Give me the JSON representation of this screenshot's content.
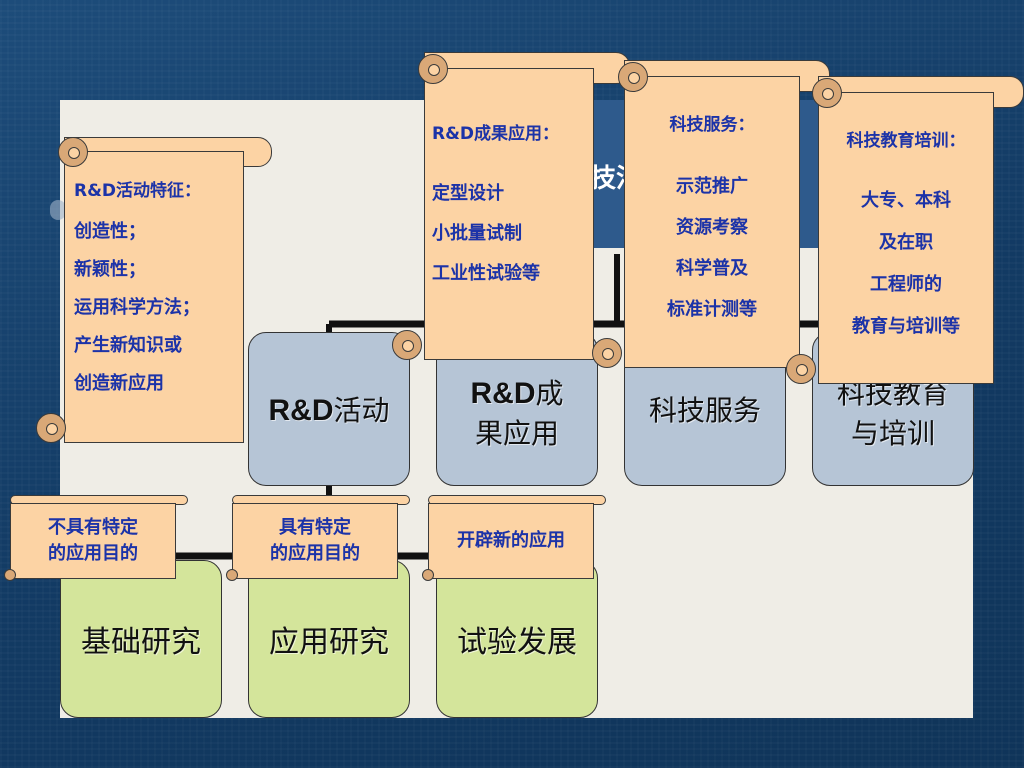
{
  "title_fragment": "技活",
  "nodes": {
    "rd_activity_en": "R&D",
    "rd_activity_cn": "活动",
    "rd_application_line1_en": "R&D",
    "rd_application_line1_cn": "成",
    "rd_application_line2": "果应用",
    "tech_service": "科技服务",
    "tech_education_line1": "科技教育",
    "tech_education_line2": "与培训",
    "basic_research": "基础研究",
    "applied_research": "应用研究",
    "experimental_development": "试验发展"
  },
  "callouts": {
    "rd_features": {
      "title": "R&D活动特征：",
      "lines": [
        "创造性；",
        "新颖性；",
        "运用科学方法；",
        "产生新知识或",
        "创造新应用"
      ]
    },
    "rd_application": {
      "title": "R&D成果应用：",
      "lines": [
        "定型设计",
        "小批量试制",
        "工业性试验等"
      ]
    },
    "tech_service": {
      "title": "科技服务：",
      "lines": [
        "示范推广",
        "资源考察",
        "科学普及",
        "标准计测等"
      ]
    },
    "tech_education": {
      "title": "科技教育培训：",
      "lines": [
        "大专、本科",
        "及在职",
        "工程师的",
        "教育与培训等"
      ]
    }
  },
  "banners": {
    "basic": [
      "不具有特定",
      "的应用目的"
    ],
    "applied": [
      "具有特定",
      "的应用目的"
    ],
    "experimental": [
      "开辟新的应用"
    ]
  },
  "colors": {
    "background": "#16406a",
    "panel": "#efede6",
    "blue_node": "#b6c5d6",
    "green_node": "#d4e59b",
    "scroll": "#fcd3a4",
    "scroll_text": "#1c33a8"
  }
}
